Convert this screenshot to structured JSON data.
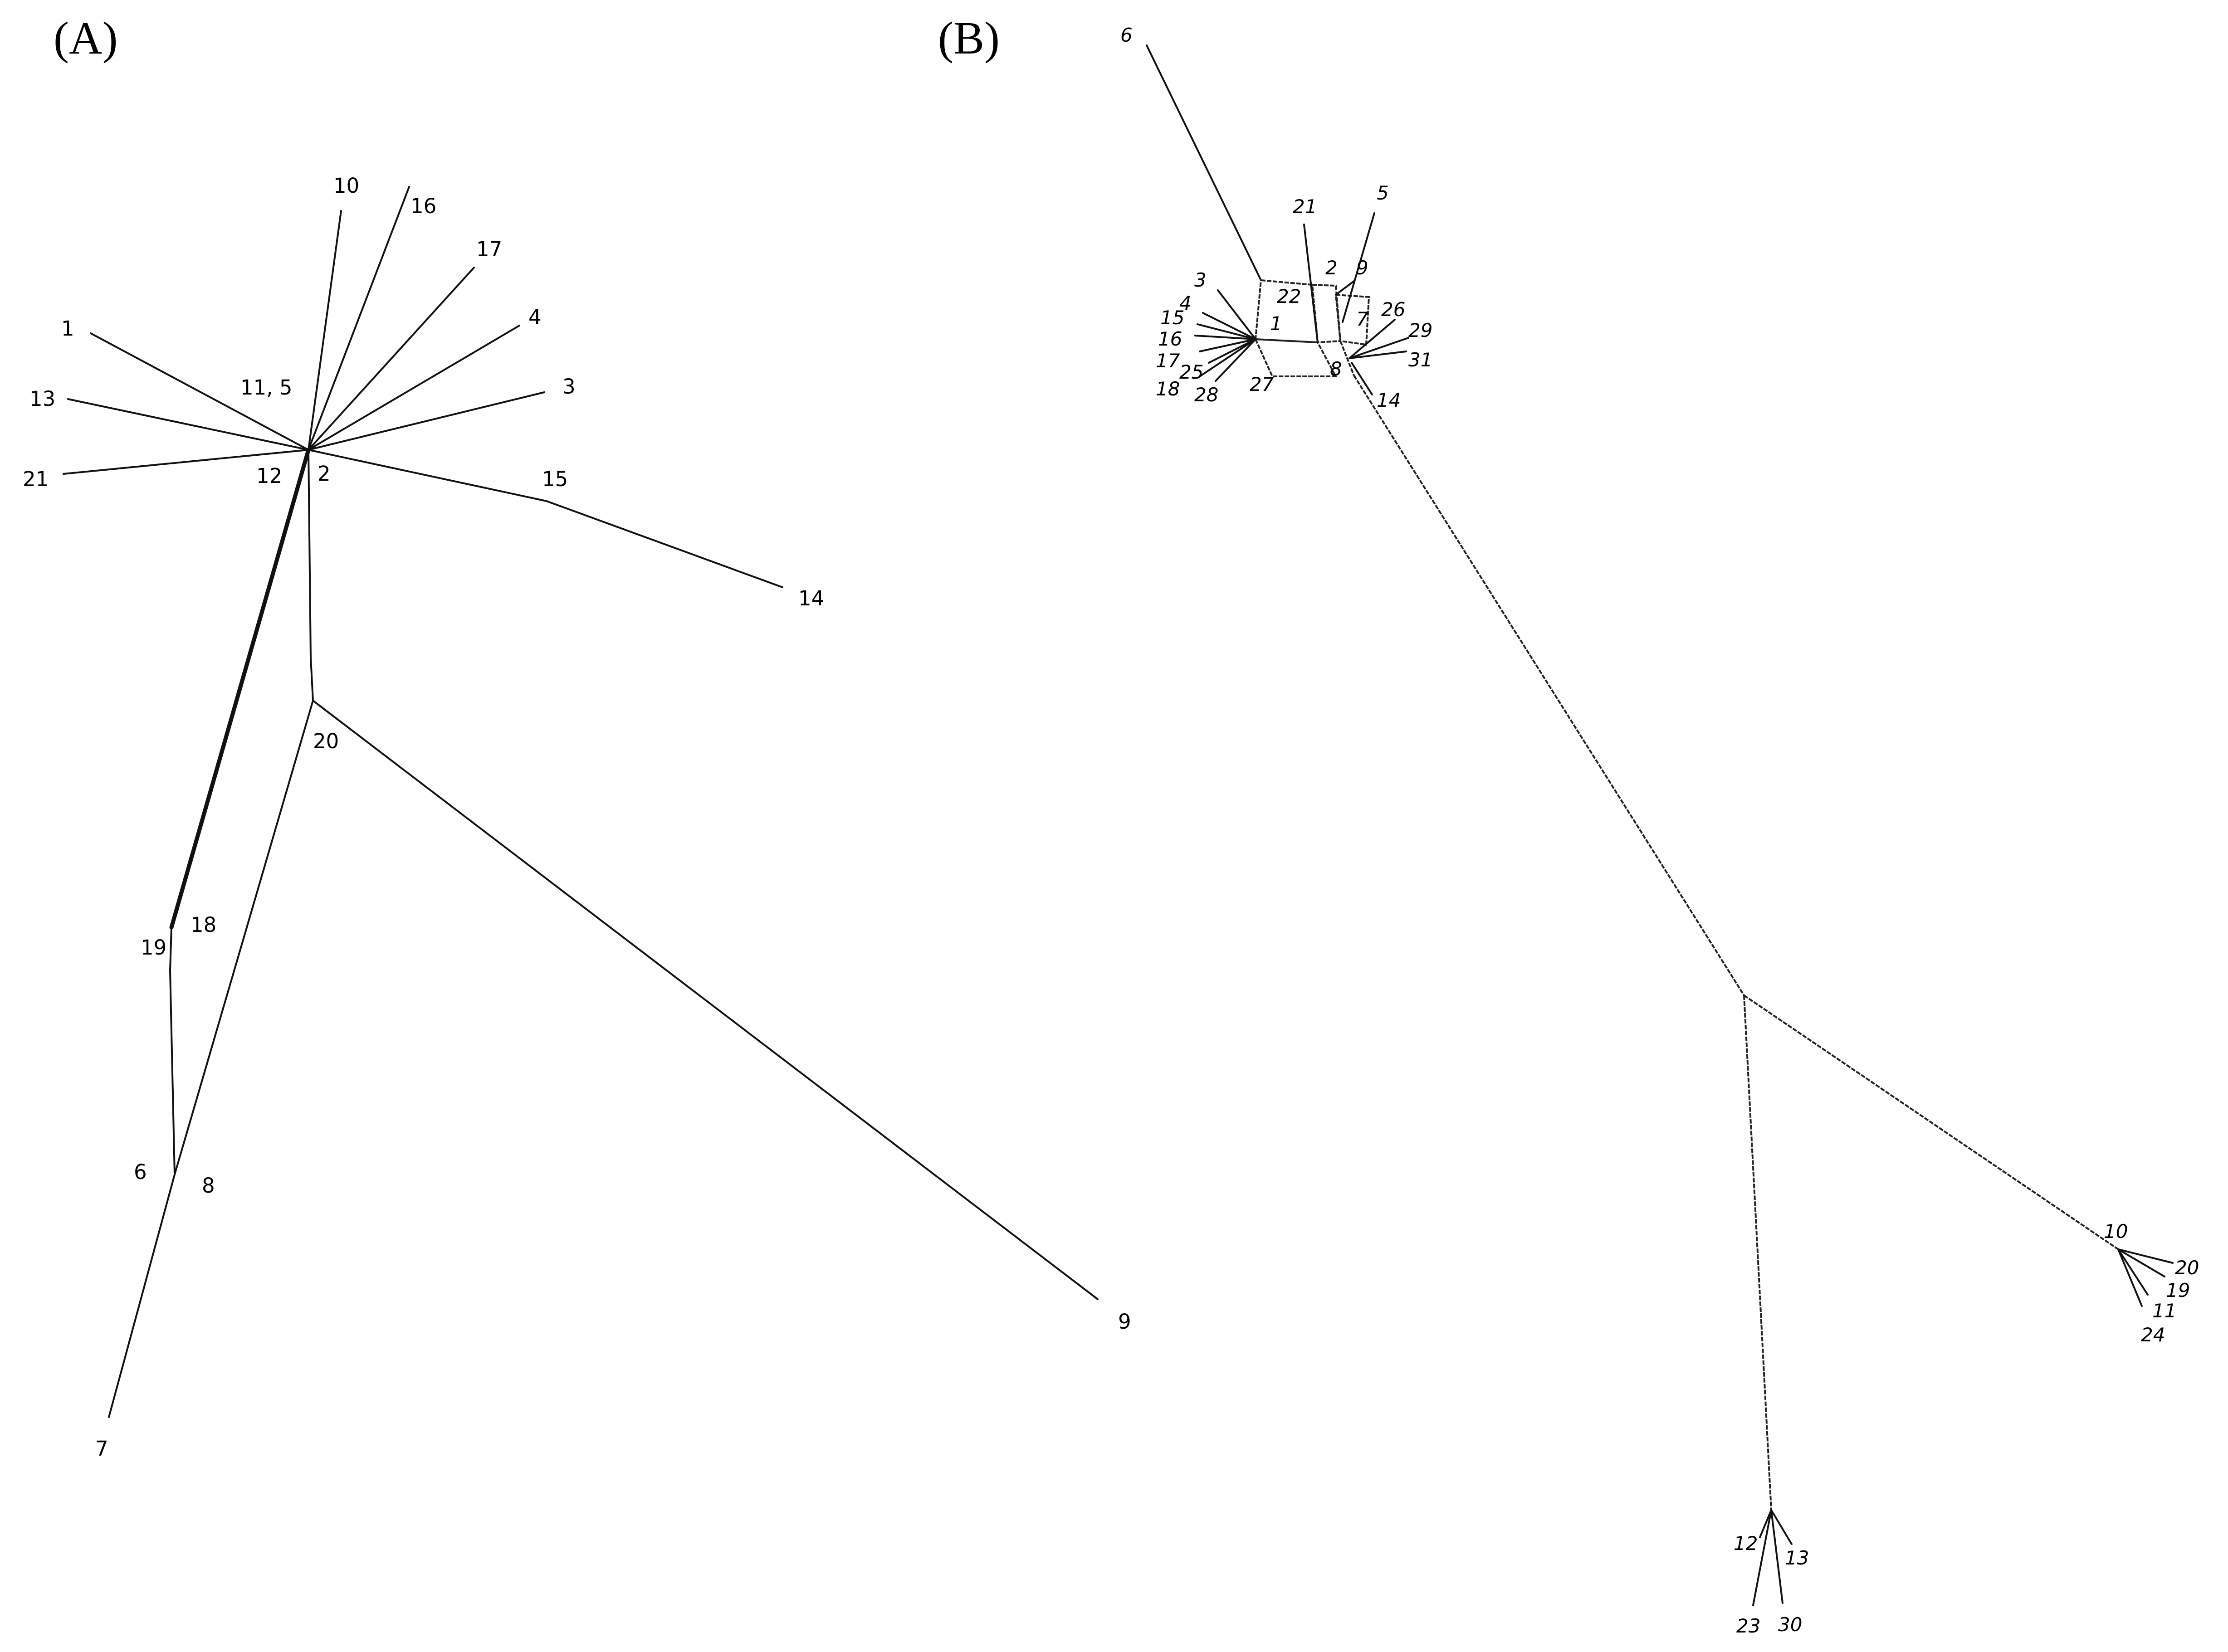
{
  "panels": {
    "a": {
      "label": "(A)",
      "node_labels": [
        "1",
        "13",
        "21",
        "10",
        "16",
        "17",
        "4",
        "3",
        "11, 5",
        "12",
        "2",
        "15",
        "14",
        "20",
        "18",
        "19",
        "6",
        "8",
        "7",
        "9"
      ]
    },
    "b": {
      "label": "(B)",
      "node_labels": [
        "6",
        "21",
        "5",
        "2",
        "9",
        "3",
        "22",
        "4",
        "7",
        "26",
        "29",
        "15",
        "1",
        "16",
        "31",
        "17",
        "25",
        "8",
        "18",
        "28",
        "27",
        "14",
        "10",
        "20",
        "19",
        "11",
        "24",
        "12",
        "13",
        "23",
        "30"
      ]
    }
  }
}
